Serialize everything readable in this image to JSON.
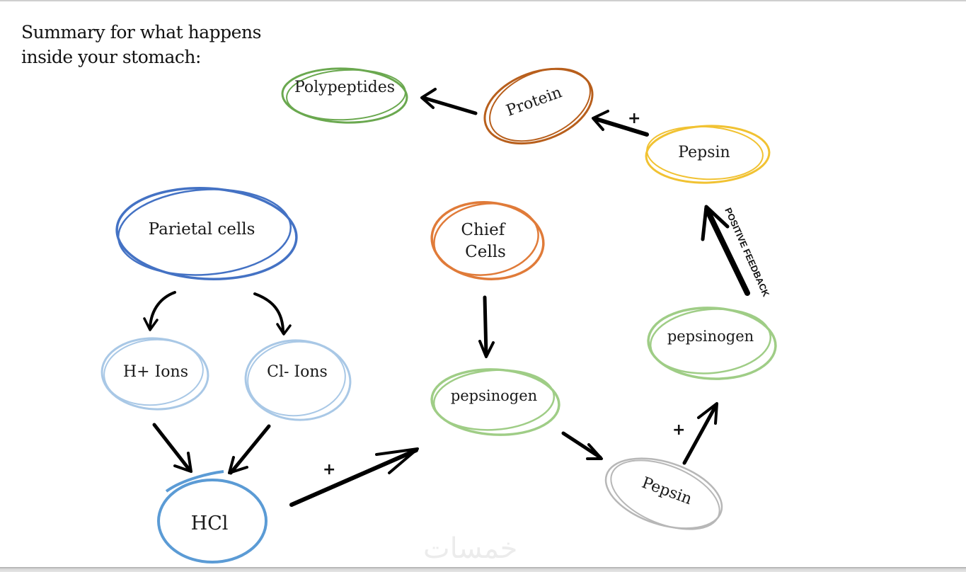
{
  "title": {
    "line1": "Summary for what happens",
    "line2": "inside your stomach:"
  },
  "nodes": {
    "polypeptides": {
      "label": "Polypeptides",
      "color": "#6aa84f"
    },
    "protein": {
      "label": "Protein",
      "color": "#b85f1c"
    },
    "pepsin_top": {
      "label": "Pepsin",
      "color": "#f1c232"
    },
    "parietal": {
      "label": "Parietal cells",
      "color": "#4472c4"
    },
    "chief": {
      "line1": "Chief",
      "line2": "Cells",
      "color": "#e07b39"
    },
    "h_ions": {
      "label": "H+ Ions",
      "color": "#a9c8e6"
    },
    "cl_ions": {
      "label": "Cl- Ions",
      "color": "#a9c8e6"
    },
    "hcl": {
      "label": "HCl",
      "color": "#5b9bd5"
    },
    "pepsinogen_mid": {
      "label": "pepsinogen",
      "color": "#9fcd86"
    },
    "pepsinogen_right": {
      "label": "pepsinogen",
      "color": "#9fcd86"
    },
    "pepsin_bottom": {
      "label": "Pepsin",
      "color": "#b7b7b7"
    }
  },
  "edges": [
    {
      "from": "Protein",
      "to": "Polypeptides",
      "sign": ""
    },
    {
      "from": "Pepsin",
      "to": "Protein",
      "sign": "+"
    },
    {
      "from": "Parietal cells",
      "to": "H+ Ions",
      "sign": ""
    },
    {
      "from": "Parietal cells",
      "to": "Cl- Ions",
      "sign": ""
    },
    {
      "from": "H+ Ions",
      "to": "HCl",
      "sign": ""
    },
    {
      "from": "Cl- Ions",
      "to": "HCl",
      "sign": ""
    },
    {
      "from": "HCl",
      "to": "pepsinogen",
      "sign": "+"
    },
    {
      "from": "Chief Cells",
      "to": "pepsinogen",
      "sign": ""
    },
    {
      "from": "pepsinogen",
      "to": "Pepsin",
      "sign": ""
    },
    {
      "from": "Pepsin",
      "to": "pepsinogen",
      "sign": "+"
    },
    {
      "from": "pepsinogen",
      "to": "Pepsin",
      "sign": "",
      "label": "POSITIVE FEEDBACK"
    }
  ],
  "labels": {
    "plus": "+",
    "positive_feedback": "POSITIVE FEEDBACK"
  },
  "watermark": "خمسات"
}
